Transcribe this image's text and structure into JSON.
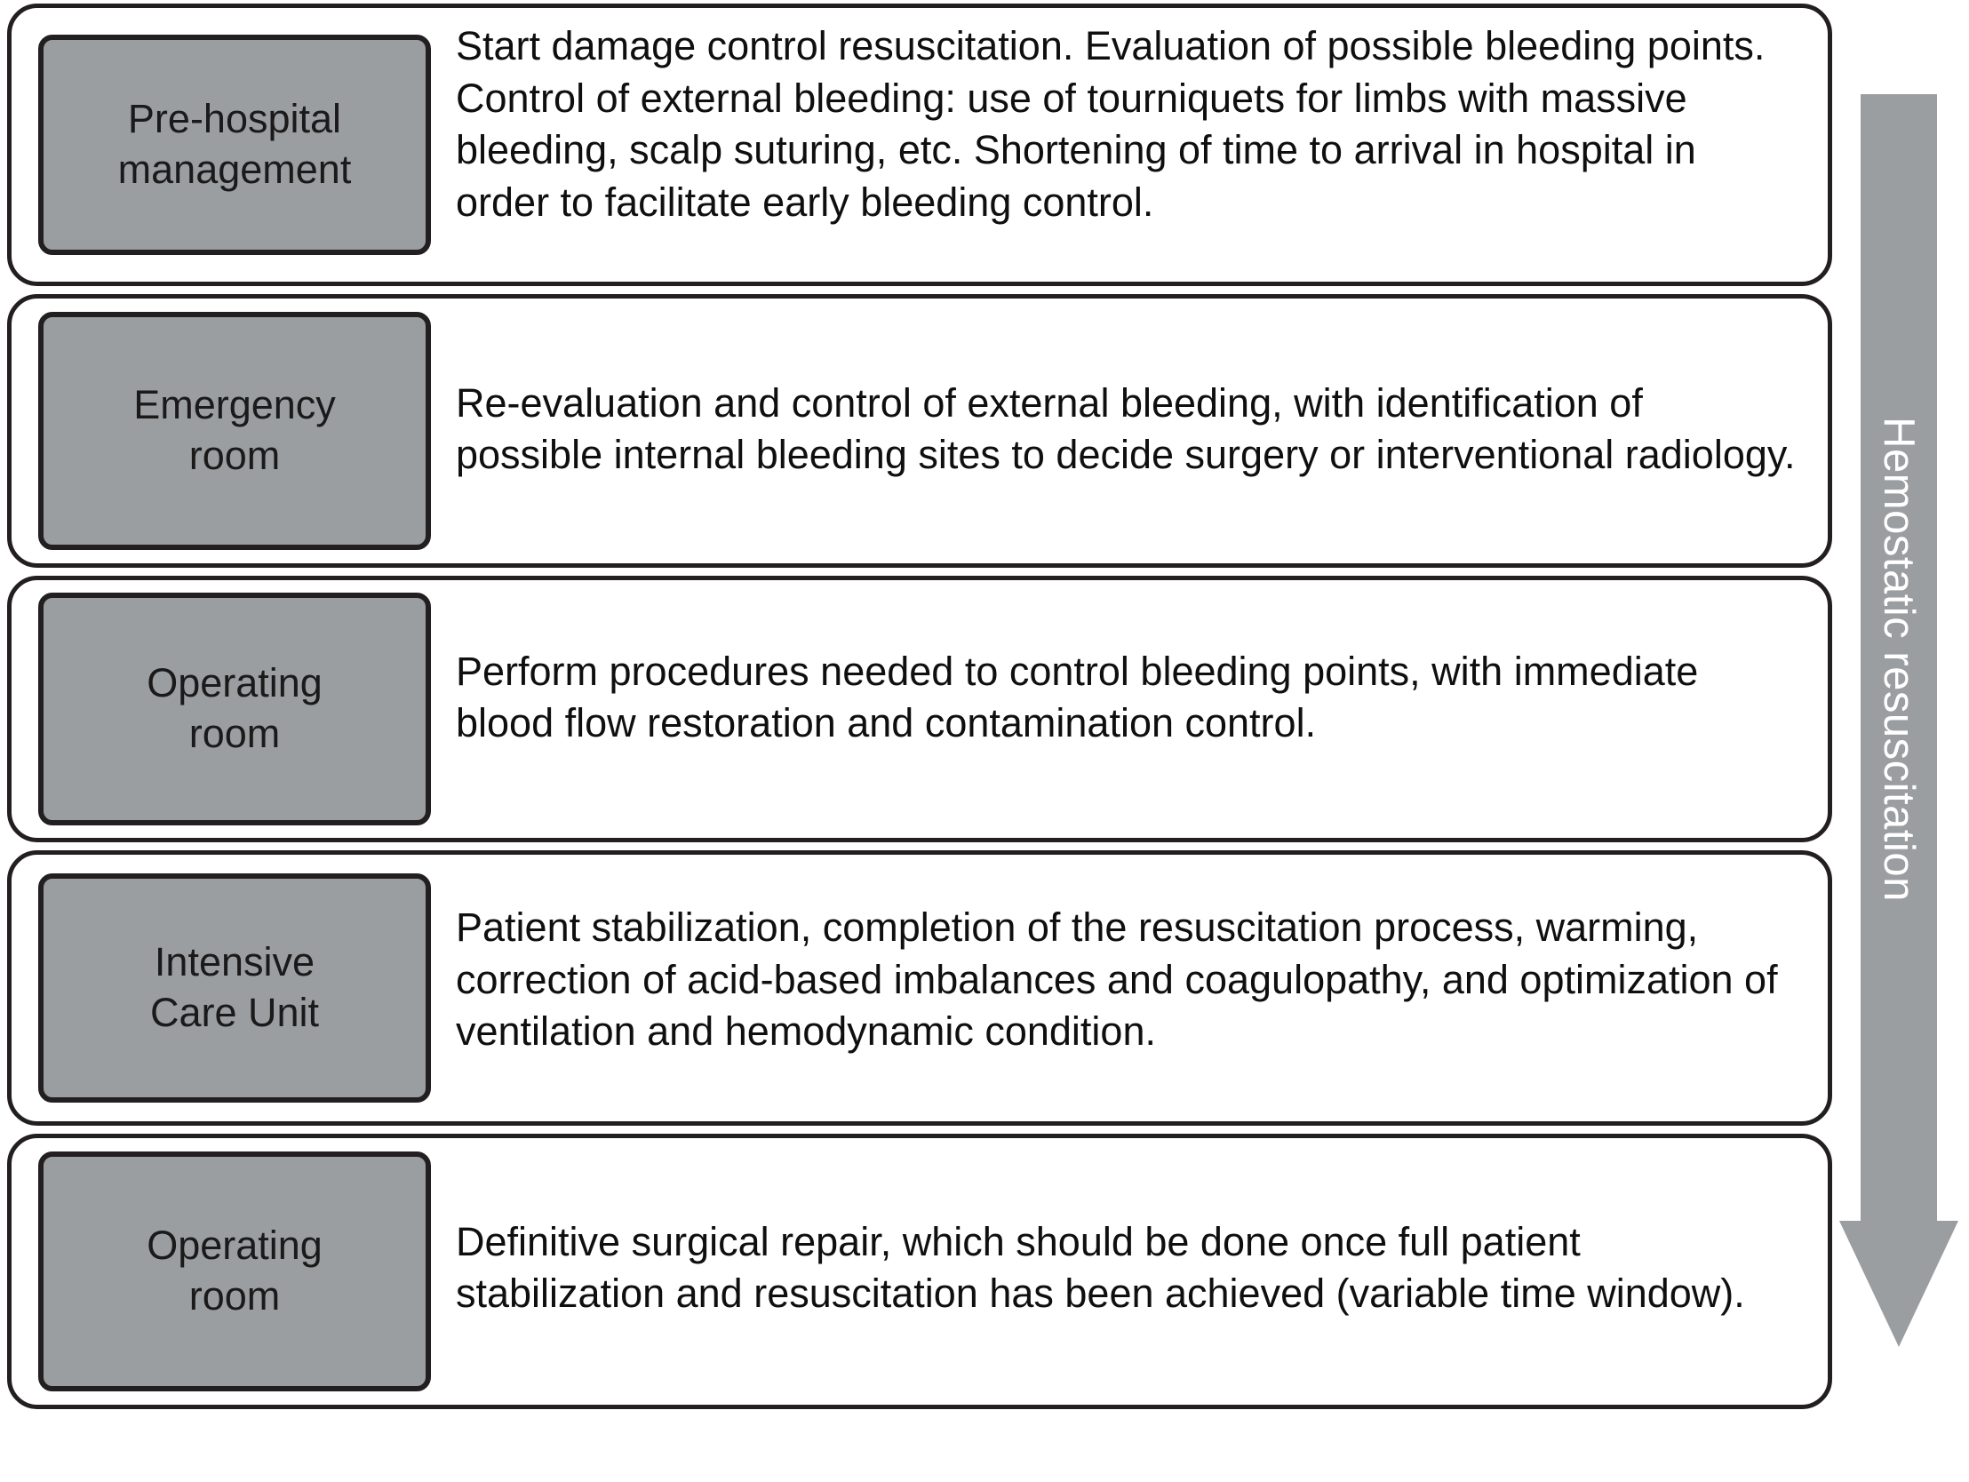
{
  "diagram": {
    "type": "flowchart",
    "orientation": "vertical-sequence",
    "colors": {
      "box_fill": "#9b9ea1",
      "box_border": "#231f20",
      "row_border": "#231f20",
      "arrow_fill": "#9b9ea1",
      "arrow_label_text": "#ffffff",
      "background": "#ffffff"
    },
    "stages": [
      {
        "label_line1": "Pre-hospital",
        "label_line2": "management",
        "description": "Start damage control resuscitation. Evaluation of possible bleeding points. Control of external bleeding: use of tourniquets for limbs with massive bleeding, scalp suturing, etc. Shortening of time to arrival in hospital in order to facilitate early bleeding control."
      },
      {
        "label_line1": "Emergency",
        "label_line2": "room",
        "description": "Re-evaluation and control of external bleeding, with identification of possible internal bleeding sites to decide surgery or interventional radiology."
      },
      {
        "label_line1": "Operating",
        "label_line2": "room",
        "description": "Perform procedures needed to control bleeding points, with immediate blood flow restoration and contamination control."
      },
      {
        "label_line1": "Intensive",
        "label_line2": "Care Unit",
        "description": "Patient stabilization, completion of the resuscitation process, warming, correction of acid-based imbalances and coagulopathy, and optimization of ventilation and hemodynamic condition."
      },
      {
        "label_line1": "Operating",
        "label_line2": "room",
        "description": "Definitive surgical repair, which should be done once full patient stabilization and resuscitation has been achieved (variable time window)."
      }
    ],
    "arrow": {
      "label": "Hemostatic resuscitation",
      "direction": "down"
    }
  }
}
